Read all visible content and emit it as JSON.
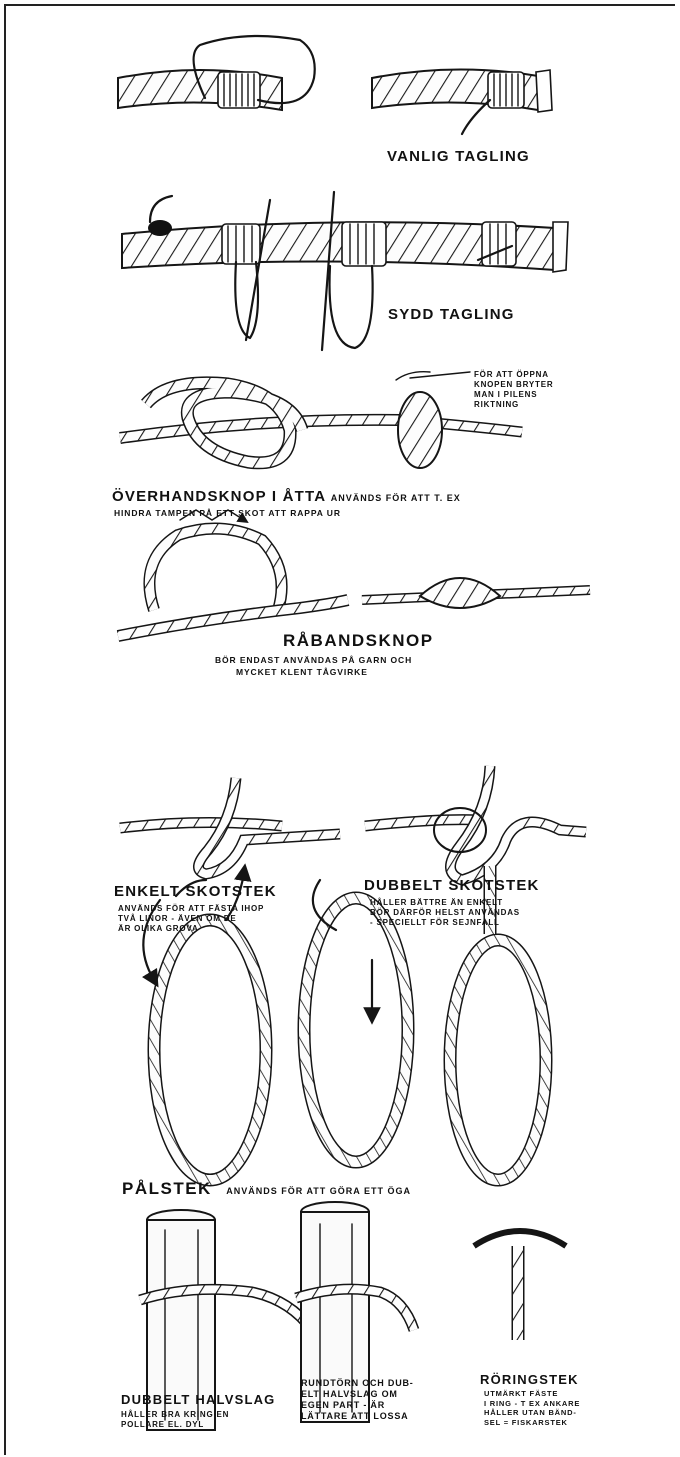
{
  "sections": {
    "vanlig": {
      "title": "VANLIG TAGLING"
    },
    "sydd": {
      "title": "SYDD TAGLING"
    },
    "overhand": {
      "note_lines": [
        "FÖR ATT ÖPPNA",
        "KNOPEN BRYTER",
        "MAN I PILENS",
        "RIKTNING"
      ],
      "title": "ÖVERHANDSKNOP I ÅTTA",
      "desc_line1": "ANVÄNDS FÖR ATT T. EX",
      "desc_line2": "HINDRA TAMPEN PÅ ETT SKOT ATT RAPPA UR"
    },
    "rabands": {
      "title": "RÅBANDSKNOP",
      "desc_line1": "BÖR ENDAST ANVÄNDAS PÅ GARN OCH",
      "desc_line2": "MYCKET KLENT TÅGVIRKE"
    },
    "enkelt": {
      "title": "ENKELT SKOTSTEK",
      "desc_lines": [
        "ANVÄNDS FÖR ATT FÄSTA IHOP",
        "TVÅ LINOR - ÄVEN OM DE",
        "ÄR OLIKA GROVA"
      ]
    },
    "dubbelt": {
      "title": "DUBBELT SKOTSTEK",
      "desc_lines": [
        "HÅLLER BÄTTRE ÄN ENKELT",
        "BÖR DÄRFÖR HELST ANVÄNDAS",
        "- SPECIELLT FÖR SEJNFALL"
      ]
    },
    "palstek": {
      "title": "PÅLSTEK",
      "desc": "ANVÄNDS FÖR ATT GÖRA ETT ÖGA"
    },
    "halvslag": {
      "title": "DUBBELT HALVSLAG",
      "desc_lines": [
        "HÅLLER BRA KRING EN",
        "POLLARE EL. DYL"
      ]
    },
    "rundtorn": {
      "title_lines": [
        "RUNDTÖRN OCH DUB-",
        "ELT HALVSLAG OM",
        "EGEN PART - ÄR",
        "LÄTTARE ATT LOSSA"
      ]
    },
    "roring": {
      "title": "RÖRINGSTEK",
      "desc_lines": [
        "UTMÄRKT FÄSTE",
        "I RING - T EX ANKARE",
        "HÅLLER UTAN BÄND-",
        "SEL = FISKARSTEK"
      ]
    }
  }
}
